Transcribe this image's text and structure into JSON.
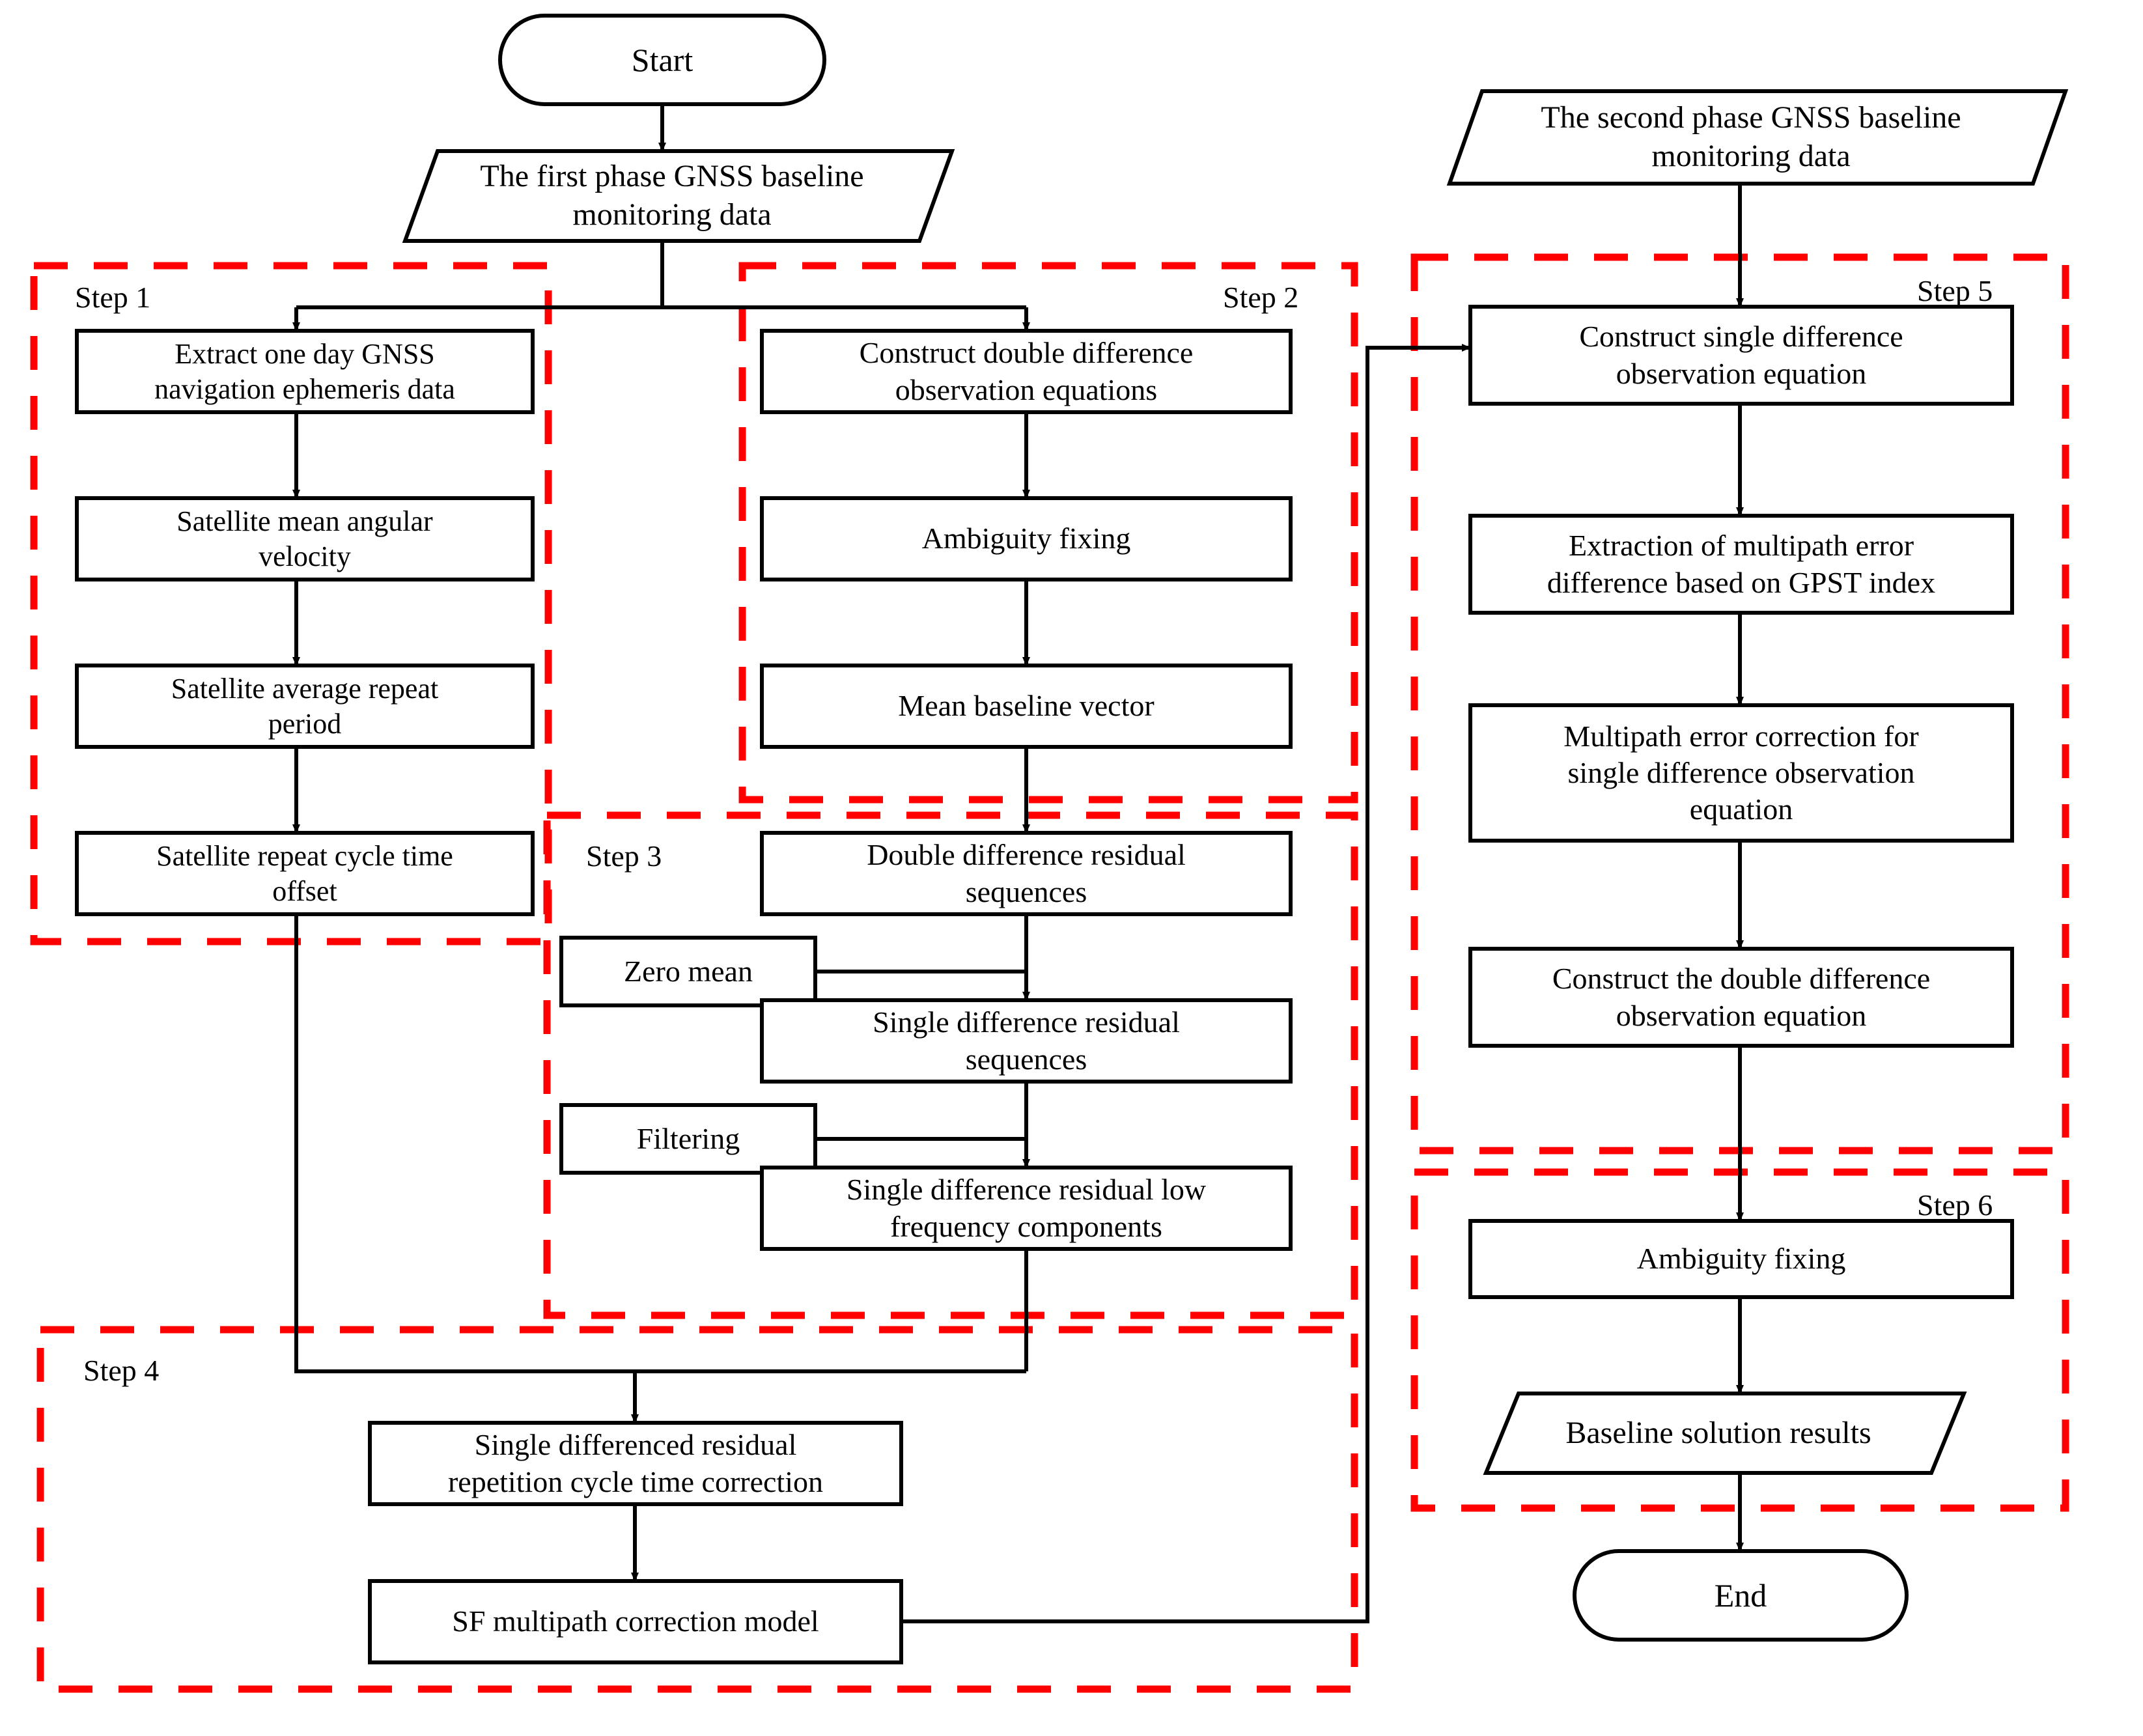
{
  "diagram": {
    "title": "GNSS baseline multipath correction processing flowchart",
    "colors": {
      "group_boundary": "#FF0000",
      "node_stroke": "#000000",
      "node_fill": "#FFFFFF",
      "connector": "#000000"
    },
    "groups": [
      {
        "id": "step1",
        "label": "Step 1"
      },
      {
        "id": "step2",
        "label": "Step 2"
      },
      {
        "id": "step3",
        "label": "Step 3"
      },
      {
        "id": "step4",
        "label": "Step 4"
      },
      {
        "id": "step5",
        "label": "Step 5"
      },
      {
        "id": "step6",
        "label": "Step 6"
      }
    ],
    "nodes": {
      "start": {
        "label": "Start",
        "shape": "terminator"
      },
      "first_phase_data": {
        "label": "The first phase GNSS baseline\nmonitoring data",
        "shape": "parallelogram"
      },
      "second_phase_data": {
        "label": "The second phase GNSS baseline\nmonitoring data",
        "shape": "parallelogram"
      },
      "extract_ephemeris": {
        "label": "Extract one day GNSS\nnavigation ephemeris data",
        "shape": "process"
      },
      "mean_angular_velocity": {
        "label": "Satellite mean angular\nvelocity",
        "shape": "process"
      },
      "average_repeat_period": {
        "label": "Satellite average repeat\nperiod",
        "shape": "process"
      },
      "repeat_cycle_time_offset": {
        "label": "Satellite repeat cycle time\noffset",
        "shape": "process"
      },
      "construct_dd_equations": {
        "label": "Construct double difference\nobservation equations",
        "shape": "process"
      },
      "ambiguity_fixing_step2": {
        "label": "Ambiguity fixing",
        "shape": "process"
      },
      "mean_baseline_vector": {
        "label": "Mean baseline vector",
        "shape": "process"
      },
      "dd_residual_sequences": {
        "label": "Double difference residual\nsequences",
        "shape": "process"
      },
      "zero_mean": {
        "label": "Zero mean",
        "shape": "process"
      },
      "sd_residual_sequences": {
        "label": "Single difference residual\nsequences",
        "shape": "process"
      },
      "filtering": {
        "label": "Filtering",
        "shape": "process"
      },
      "sd_residual_low_freq": {
        "label": "Single difference residual low\nfrequency components",
        "shape": "process"
      },
      "sd_residual_cycle_correction": {
        "label": "Single differenced residual\nrepetition cycle time correction",
        "shape": "process"
      },
      "sf_multipath_model": {
        "label": "SF multipath correction model",
        "shape": "process"
      },
      "construct_sd_equation": {
        "label": "Construct single difference\nobservation equation",
        "shape": "process"
      },
      "extract_multipath_gpst": {
        "label": "Extraction of multipath error\ndifference based on GPST index",
        "shape": "process"
      },
      "multipath_correction_sd": {
        "label": "Multipath error correction for\nsingle difference observation\nequation",
        "shape": "process"
      },
      "construct_dd_equation_step5": {
        "label": "Construct the double difference\nobservation equation",
        "shape": "process"
      },
      "ambiguity_fixing_step6": {
        "label": "Ambiguity fixing",
        "shape": "process"
      },
      "baseline_solution_results": {
        "label": "Baseline solution results",
        "shape": "parallelogram"
      },
      "end": {
        "label": "End",
        "shape": "terminator"
      }
    },
    "edges": [
      {
        "from": "start",
        "to": "first_phase_data"
      },
      {
        "from": "first_phase_data",
        "to": "extract_ephemeris"
      },
      {
        "from": "first_phase_data",
        "to": "construct_dd_equations"
      },
      {
        "from": "extract_ephemeris",
        "to": "mean_angular_velocity"
      },
      {
        "from": "mean_angular_velocity",
        "to": "average_repeat_period"
      },
      {
        "from": "average_repeat_period",
        "to": "repeat_cycle_time_offset"
      },
      {
        "from": "construct_dd_equations",
        "to": "ambiguity_fixing_step2"
      },
      {
        "from": "ambiguity_fixing_step2",
        "to": "mean_baseline_vector"
      },
      {
        "from": "mean_baseline_vector",
        "to": "dd_residual_sequences"
      },
      {
        "from": "zero_mean",
        "to": "dd_residual_sequences"
      },
      {
        "from": "dd_residual_sequences",
        "to": "sd_residual_sequences"
      },
      {
        "from": "filtering",
        "to": "sd_residual_sequences"
      },
      {
        "from": "sd_residual_sequences",
        "to": "sd_residual_low_freq"
      },
      {
        "from": "sd_residual_low_freq",
        "to": "sd_residual_cycle_correction"
      },
      {
        "from": "repeat_cycle_time_offset",
        "to": "sd_residual_cycle_correction"
      },
      {
        "from": "sd_residual_cycle_correction",
        "to": "sf_multipath_model"
      },
      {
        "from": "sf_multipath_model",
        "to": "construct_sd_equation"
      },
      {
        "from": "second_phase_data",
        "to": "construct_sd_equation"
      },
      {
        "from": "construct_sd_equation",
        "to": "extract_multipath_gpst"
      },
      {
        "from": "extract_multipath_gpst",
        "to": "multipath_correction_sd"
      },
      {
        "from": "multipath_correction_sd",
        "to": "construct_dd_equation_step5"
      },
      {
        "from": "construct_dd_equation_step5",
        "to": "ambiguity_fixing_step6"
      },
      {
        "from": "ambiguity_fixing_step6",
        "to": "baseline_solution_results"
      },
      {
        "from": "baseline_solution_results",
        "to": "end"
      }
    ]
  }
}
